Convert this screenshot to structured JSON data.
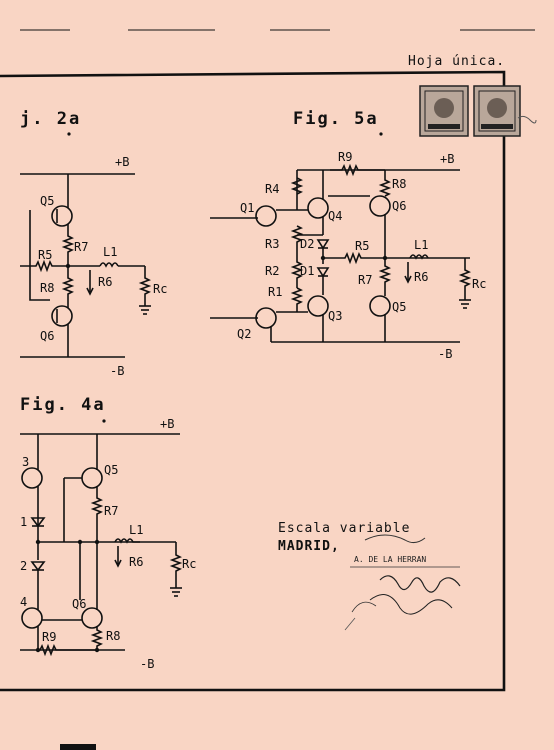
{
  "header": {
    "sheet_label": "Hoja única."
  },
  "figures": {
    "fig2": {
      "title": "j. 2a",
      "labels": [
        "+B",
        "-B",
        "Q5",
        "Q6",
        "R5",
        "R7",
        "R8",
        "L1",
        "R6",
        "Rc"
      ]
    },
    "fig5": {
      "title": "Fig. 5a",
      "labels": [
        "R9",
        "+B",
        "R4",
        "R8",
        "Q1",
        "Q4",
        "Q6",
        "R3",
        "D2",
        "R5",
        "L1",
        "R2",
        "D1",
        "R7",
        "R6",
        "Rc",
        "R1",
        "Q3",
        "Q5",
        "Q2",
        "-B"
      ]
    },
    "fig4": {
      "title": "Fig. 4a",
      "labels": [
        "+B",
        "3",
        "Q5",
        "R7",
        "1",
        "L1",
        "R6",
        "2",
        "Rc",
        "4",
        "Q6",
        "R9",
        "R8",
        "-B"
      ]
    }
  },
  "footer": {
    "scale_note": "Escala variable",
    "city": "MADRID,",
    "stamp_line": "A. DE LA HERRAN"
  }
}
